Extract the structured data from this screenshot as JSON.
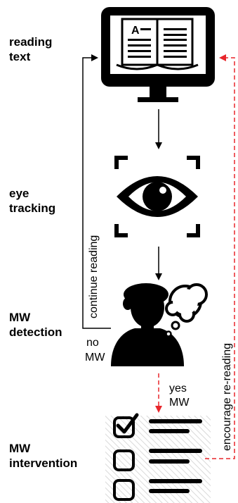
{
  "stages": {
    "reading": "reading\ntext",
    "tracking": "eye\ntracking",
    "detection": "MW\ndetection",
    "intervention": "MW\nintervention"
  },
  "edges": {
    "continue_reading": "continue reading",
    "encourage_rereading": "encourage re-reading",
    "no_mw_line1": "no",
    "no_mw_line2": "MW",
    "yes_mw_line1": "yes",
    "yes_mw_line2": "MW"
  },
  "icons": {
    "reader_letter": "A",
    "monitor": "monitor-with-open-book-icon",
    "eye": "eye-tracking-icon",
    "person": "thinking-person-icon",
    "checklist": "checklist-icon"
  },
  "colors": {
    "main": "#000000",
    "feedback_arrow": "#e8262b",
    "hatch": "#d9d9d9"
  }
}
